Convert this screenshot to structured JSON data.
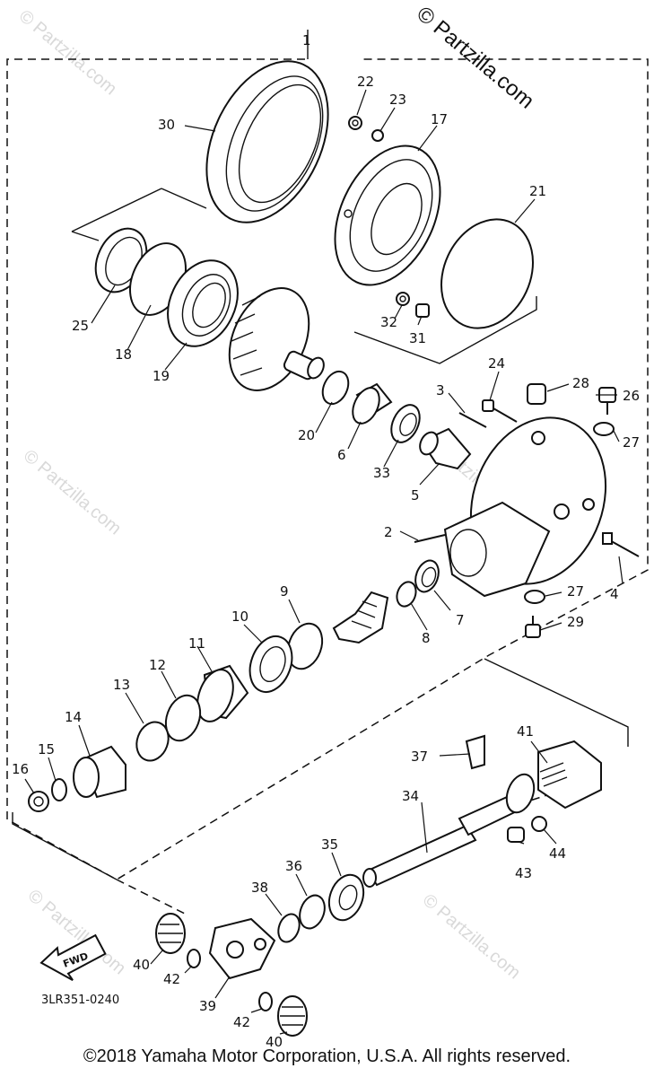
{
  "watermark": {
    "main": "© Partzilla.com",
    "faint": "© Partzilla.com"
  },
  "diagram_code": "3LR351-0240",
  "fwd_label": "FWD",
  "footer": "©2018  Yamaha Motor Corporation, U.S.A. All rights reserved.",
  "callouts": {
    "c1": "1",
    "c2": "2",
    "c3": "3",
    "c4": "4",
    "c5": "5",
    "c6": "6",
    "c7": "7",
    "c8": "8",
    "c9": "9",
    "c10": "10",
    "c11": "11",
    "c12": "12",
    "c13": "13",
    "c14": "14",
    "c15": "15",
    "c16": "16",
    "c17": "17",
    "c18": "18",
    "c19": "19",
    "c20": "20",
    "c21": "21",
    "c22": "22",
    "c23": "23",
    "c24": "24",
    "c25": "25",
    "c26": "26",
    "c27a": "27",
    "c27b": "27",
    "c28": "28",
    "c29": "29",
    "c30": "30",
    "c31": "31",
    "c32": "32",
    "c33": "33",
    "c34": "34",
    "c35": "35",
    "c36": "36",
    "c37": "37",
    "c38": "38",
    "c39": "39",
    "c40a": "40",
    "c40b": "40",
    "c41": "41",
    "c42a": "42",
    "c42b": "42",
    "c43": "43",
    "c44": "44"
  }
}
